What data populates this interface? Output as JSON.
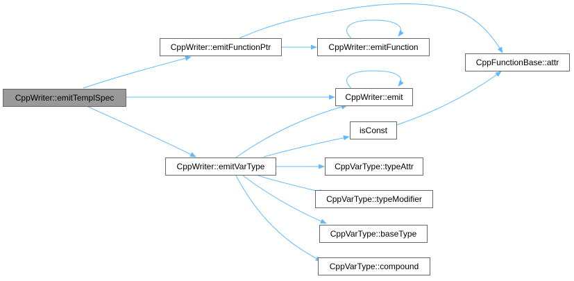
{
  "diagram": {
    "root": "CppWriter::emitTemplSpec",
    "colors": {
      "edge": "#63b8ff",
      "root_fill": "#999999",
      "node_border": "#666666",
      "node_fill": "#ffffff"
    },
    "nodes": {
      "emitTemplSpec": "CppWriter::emitTemplSpec",
      "emitFunctionPtr": "CppWriter::emitFunctionPtr",
      "emitFunction": "CppWriter::emitFunction",
      "attr": "CppFunctionBase::attr",
      "emit": "CppWriter::emit",
      "isConst": "isConst",
      "emitVarType": "CppWriter::emitVarType",
      "typeAttr": "CppVarType::typeAttr",
      "typeModifier": "CppVarType::typeModifier",
      "baseType": "CppVarType::baseType",
      "compound": "CppVarType::compound"
    },
    "edges": [
      [
        "emitTemplSpec",
        "emitFunctionPtr"
      ],
      [
        "emitTemplSpec",
        "emit"
      ],
      [
        "emitTemplSpec",
        "emitVarType"
      ],
      [
        "emitFunctionPtr",
        "emitFunction"
      ],
      [
        "emitFunctionPtr",
        "attr"
      ],
      [
        "emitFunction",
        "emitFunction"
      ],
      [
        "emit",
        "emit"
      ],
      [
        "isConst",
        "attr"
      ],
      [
        "emitVarType",
        "emit"
      ],
      [
        "emitVarType",
        "isConst"
      ],
      [
        "emitVarType",
        "typeAttr"
      ],
      [
        "emitVarType",
        "typeModifier"
      ],
      [
        "emitVarType",
        "baseType"
      ],
      [
        "emitVarType",
        "compound"
      ]
    ]
  }
}
